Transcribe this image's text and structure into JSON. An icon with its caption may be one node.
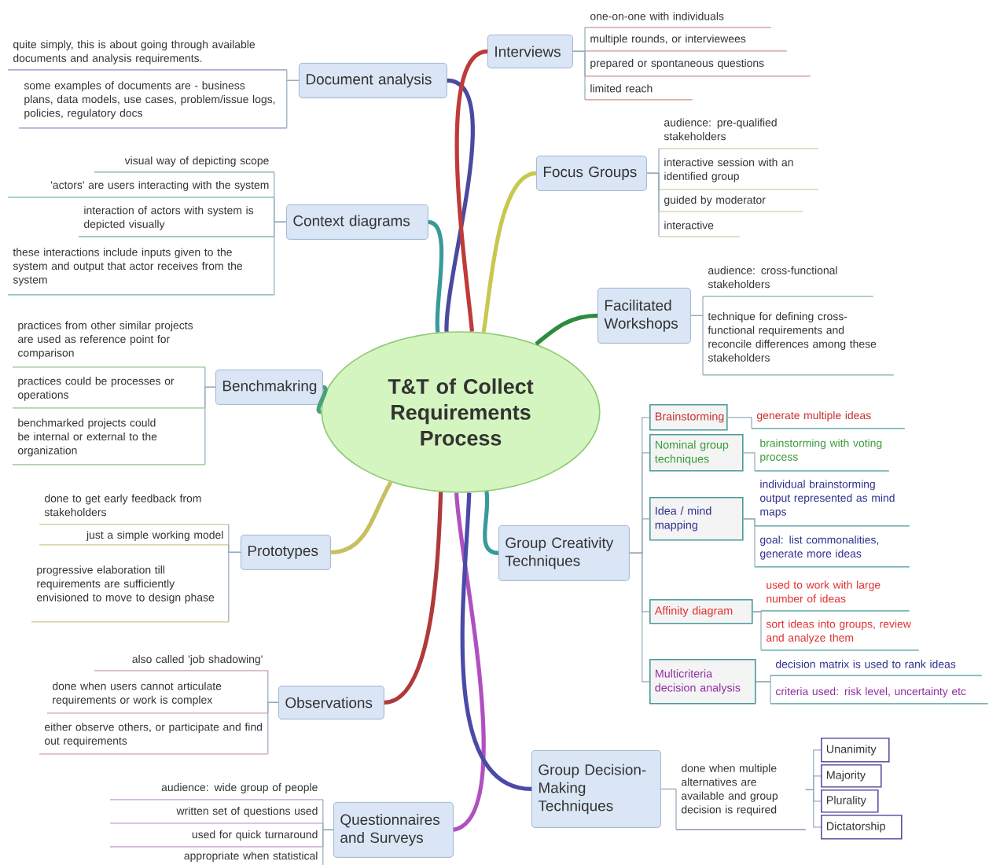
{
  "diagram": {
    "nodes": [
      {
        "text": [
          "T&T of Collect Requirements Process"
        ]
      },
      {
        "text": [
          "Document analysis"
        ]
      },
      {
        "text": [
          "quite simply, this is about going through available documents and analysis requirements."
        ]
      },
      {
        "text": [
          "some examples of documents are - business plans, data models, use cases, problem/issue logs, policies, regulatory docs"
        ]
      },
      {
        "text": [
          "Context diagrams"
        ]
      },
      {
        "text": [
          "visual way of depicting scope"
        ]
      },
      {
        "text": [
          "'actors' are users interacting with the system"
        ]
      },
      {
        "text": [
          "interaction of actors with system is depicted visually"
        ]
      },
      {
        "text": [
          "these interactions include inputs given to the system and output that actor receives from the system"
        ]
      },
      {
        "text": [
          "Benchmakring"
        ]
      },
      {
        "text": [
          "practices from other similar projects are used as reference point for comparison"
        ]
      },
      {
        "text": [
          "practices could be processes or operations"
        ]
      },
      {
        "text": [
          "benchmarked projects could be internal or external to the organization"
        ]
      },
      {
        "text": [
          "Prototypes"
        ]
      },
      {
        "text": [
          "done to get early feedback from stakeholders"
        ]
      },
      {
        "text": [
          "just a simple working model"
        ]
      },
      {
        "text": [
          "progressive elaboration till requirements are sufficiently envisioned to move to design phase"
        ]
      },
      {
        "text": [
          "Observations"
        ]
      },
      {
        "text": [
          "also called 'job shadowing'"
        ]
      },
      {
        "text": [
          "done when users cannot articulate requirements or work is complex"
        ]
      },
      {
        "text": [
          "either observe others, or participate and find out requirements"
        ]
      },
      {
        "text": [
          "Questionnaires and Surveys"
        ]
      },
      {
        "text": [
          "audience: wide group of people"
        ]
      },
      {
        "text": [
          "written set of questions used"
        ]
      },
      {
        "text": [
          "used for quick turnaround"
        ]
      },
      {
        "text": [
          "appropriate when statistical"
        ]
      },
      {
        "text": [
          "Interviews"
        ]
      },
      {
        "text": [
          "one-on-one with individuals"
        ]
      },
      {
        "text": [
          "multiple rounds, or interviewees"
        ]
      },
      {
        "text": [
          "prepared or spontaneous questions"
        ]
      },
      {
        "text": [
          "limited reach"
        ]
      },
      {
        "text": [
          "Focus Groups"
        ]
      },
      {
        "text": [
          "audience: pre-qualified stakeholders"
        ]
      },
      {
        "text": [
          "interactive session with an identified group"
        ]
      },
      {
        "text": [
          "guided by moderator"
        ]
      },
      {
        "text": [
          "interactive"
        ]
      },
      {
        "text": [
          "Facilitated Workshops"
        ]
      },
      {
        "text": [
          "audience: cross-functional stakeholders"
        ]
      },
      {
        "text": [
          "technique for defining cross-functional requirements and reconcile differences among these stakeholders"
        ]
      },
      {
        "text": [
          "Group Creativity Techniques"
        ]
      },
      {
        "text": [
          "Brainstorming"
        ]
      },
      {
        "text": [
          "generate multiple ideas"
        ]
      },
      {
        "text": [
          "Nominal group techniques"
        ]
      },
      {
        "text": [
          "brainstorming with voting process"
        ]
      },
      {
        "text": [
          "Idea / mind mapping"
        ]
      },
      {
        "text": [
          "individual brainstorming output represented as mind maps"
        ]
      },
      {
        "text": [
          "goal: list commonalities, generate more ideas"
        ]
      },
      {
        "text": [
          "Affinity diagram"
        ]
      },
      {
        "text": [
          "used to work with large number of ideas"
        ]
      },
      {
        "text": [
          "sort ideas into groups, review and analyze them"
        ]
      },
      {
        "text": [
          "Multicriteria decision analysis"
        ]
      },
      {
        "text": [
          "decision matrix is used to rank ideas"
        ]
      },
      {
        "text": [
          "criteria used: risk level, uncertainty etc"
        ]
      },
      {
        "text": [
          "Group Decision-Making Techniques"
        ]
      },
      {
        "text": [
          "done when multiple alternatives are available and group decision is required"
        ]
      },
      {
        "text": [
          "Unanimity"
        ]
      },
      {
        "text": [
          "Majority"
        ]
      },
      {
        "text": [
          "Plurality"
        ]
      },
      {
        "text": [
          "Dictatorship"
        ]
      }
    ],
    "edges": [
      {
        "from": 0,
        "to": 1,
        "arrow": "none",
        "style": "thick",
        "color": "#4a4aa0"
      },
      {
        "from": 0,
        "to": 4,
        "arrow": "none",
        "style": "thick",
        "color": "#3a9a9a"
      },
      {
        "from": 0,
        "to": 9,
        "arrow": "none",
        "style": "thick",
        "color": "#4aa07a"
      },
      {
        "from": 0,
        "to": 13,
        "arrow": "none",
        "style": "thick",
        "color": "#c8c060"
      },
      {
        "from": 0,
        "to": 17,
        "arrow": "none",
        "style": "thick",
        "color": "#b03a3a"
      },
      {
        "from": 0,
        "to": 21,
        "arrow": "none",
        "style": "thick",
        "color": "#b050c0"
      },
      {
        "from": 0,
        "to": 26,
        "arrow": "none",
        "style": "thick",
        "color": "#c03a3a"
      },
      {
        "from": 0,
        "to": 31,
        "arrow": "none",
        "style": "thick",
        "color": "#c8c850"
      },
      {
        "from": 0,
        "to": 36,
        "arrow": "none",
        "style": "thick",
        "color": "#2e8b3e"
      },
      {
        "from": 0,
        "to": 39,
        "arrow": "none",
        "style": "thick",
        "color": "#3a9a9a"
      },
      {
        "from": 0,
        "to": 53,
        "arrow": "none",
        "style": "thick",
        "color": "#4a4aa8"
      },
      {
        "from": 1,
        "to": 2,
        "arrow": "none"
      },
      {
        "from": 1,
        "to": 3,
        "arrow": "none"
      },
      {
        "from": 4,
        "to": 5,
        "arrow": "none"
      },
      {
        "from": 4,
        "to": 6,
        "arrow": "none"
      },
      {
        "from": 4,
        "to": 7,
        "arrow": "none"
      },
      {
        "from": 4,
        "to": 8,
        "arrow": "none"
      },
      {
        "from": 9,
        "to": 10,
        "arrow": "none"
      },
      {
        "from": 9,
        "to": 11,
        "arrow": "none"
      },
      {
        "from": 9,
        "to": 12,
        "arrow": "none"
      },
      {
        "from": 13,
        "to": 14,
        "arrow": "none"
      },
      {
        "from": 13,
        "to": 15,
        "arrow": "none"
      },
      {
        "from": 13,
        "to": 16,
        "arrow": "none"
      },
      {
        "from": 17,
        "to": 18,
        "arrow": "none"
      },
      {
        "from": 17,
        "to": 19,
        "arrow": "none"
      },
      {
        "from": 17,
        "to": 20,
        "arrow": "none"
      },
      {
        "from": 21,
        "to": 22,
        "arrow": "none"
      },
      {
        "from": 21,
        "to": 23,
        "arrow": "none"
      },
      {
        "from": 21,
        "to": 24,
        "arrow": "none"
      },
      {
        "from": 21,
        "to": 25,
        "arrow": "none"
      },
      {
        "from": 26,
        "to": 27,
        "arrow": "none"
      },
      {
        "from": 26,
        "to": 28,
        "arrow": "none"
      },
      {
        "from": 26,
        "to": 29,
        "arrow": "none"
      },
      {
        "from": 26,
        "to": 30,
        "arrow": "none"
      },
      {
        "from": 31,
        "to": 32,
        "arrow": "none"
      },
      {
        "from": 31,
        "to": 33,
        "arrow": "none"
      },
      {
        "from": 31,
        "to": 34,
        "arrow": "none"
      },
      {
        "from": 31,
        "to": 35,
        "arrow": "none"
      },
      {
        "from": 36,
        "to": 37,
        "arrow": "none"
      },
      {
        "from": 36,
        "to": 38,
        "arrow": "none"
      },
      {
        "from": 39,
        "to": 40,
        "arrow": "none"
      },
      {
        "from": 39,
        "to": 42,
        "arrow": "none"
      },
      {
        "from": 39,
        "to": 44,
        "arrow": "none"
      },
      {
        "from": 39,
        "to": 47,
        "arrow": "none"
      },
      {
        "from": 39,
        "to": 50,
        "arrow": "none"
      },
      {
        "from": 40,
        "to": 41,
        "arrow": "none"
      },
      {
        "from": 42,
        "to": 43,
        "arrow": "none"
      },
      {
        "from": 44,
        "to": 45,
        "arrow": "none"
      },
      {
        "from": 44,
        "to": 46,
        "arrow": "none"
      },
      {
        "from": 47,
        "to": 48,
        "arrow": "none"
      },
      {
        "from": 47,
        "to": 49,
        "arrow": "none"
      },
      {
        "from": 50,
        "to": 51,
        "arrow": "none"
      },
      {
        "from": 50,
        "to": 52,
        "arrow": "none"
      },
      {
        "from": 53,
        "to": 54,
        "arrow": "none"
      },
      {
        "from": 54,
        "to": 55,
        "arrow": "none"
      },
      {
        "from": 54,
        "to": 56,
        "arrow": "none"
      },
      {
        "from": 54,
        "to": 57,
        "arrow": "none"
      },
      {
        "from": 54,
        "to": 58,
        "arrow": "none"
      }
    ]
  }
}
